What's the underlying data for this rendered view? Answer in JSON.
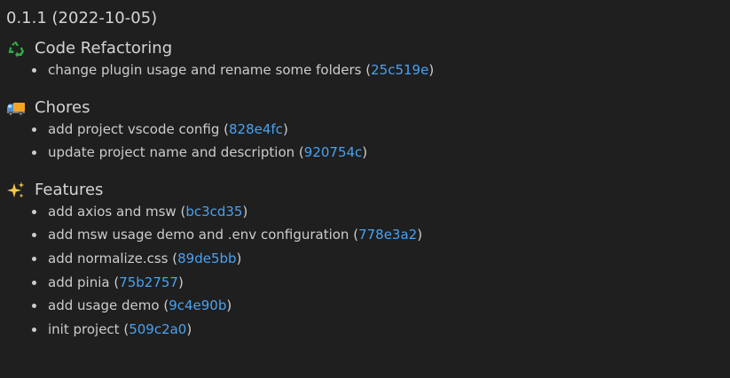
{
  "release": {
    "heading": "0.1.1 (2022-10-05)"
  },
  "sections": [
    {
      "icon": "recycle-icon",
      "title": "Code Refactoring",
      "items": [
        {
          "text": "change plugin usage and rename some folders",
          "hash": "25c519e"
        }
      ]
    },
    {
      "icon": "truck-icon",
      "title": "Chores",
      "items": [
        {
          "text": "add project vscode config",
          "hash": "828e4fc"
        },
        {
          "text": "update project name and description",
          "hash": "920754c"
        }
      ]
    },
    {
      "icon": "sparkles-icon",
      "title": "Features",
      "items": [
        {
          "text": "add axios and msw",
          "hash": "bc3cd35"
        },
        {
          "text": "add msw usage demo and .env configuration",
          "hash": "778e3a2"
        },
        {
          "text": "add normalize.css",
          "hash": "89de5bb"
        },
        {
          "text": "add pinia",
          "hash": "75b2757"
        },
        {
          "text": "add usage demo",
          "hash": "9c4e90b"
        },
        {
          "text": "init project",
          "hash": "509c2a0"
        }
      ]
    }
  ],
  "colors": {
    "background": "#1f1f1f",
    "text": "#cccccc",
    "link": "#4aa1f0"
  }
}
